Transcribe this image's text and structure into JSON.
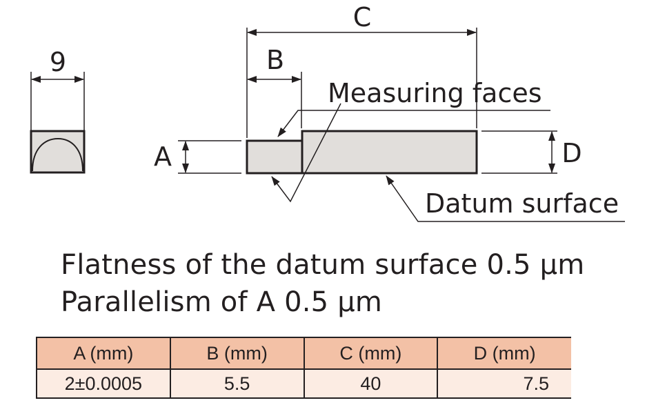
{
  "diagram": {
    "end_view_dimension": "9",
    "dim_a": "A",
    "dim_b": "B",
    "dim_c": "C",
    "dim_d": "D",
    "label_measuring_faces": "Measuring faces",
    "label_datum_surface": "Datum surface"
  },
  "specs": {
    "flatness": "Flatness of the datum surface 0.5 µm",
    "parallelism": "Parallelism of A 0.5 µm"
  },
  "table": {
    "headers": [
      "A (mm)",
      "B (mm)",
      "C (mm)",
      "D (mm)"
    ],
    "row": [
      "2±0.0005",
      "5.5",
      "40",
      "7.5"
    ]
  },
  "colors": {
    "header_fill": "#f3c1a6",
    "cell_fill": "#fcece3",
    "part_fill": "#e1dedb",
    "line": "#231f20"
  }
}
